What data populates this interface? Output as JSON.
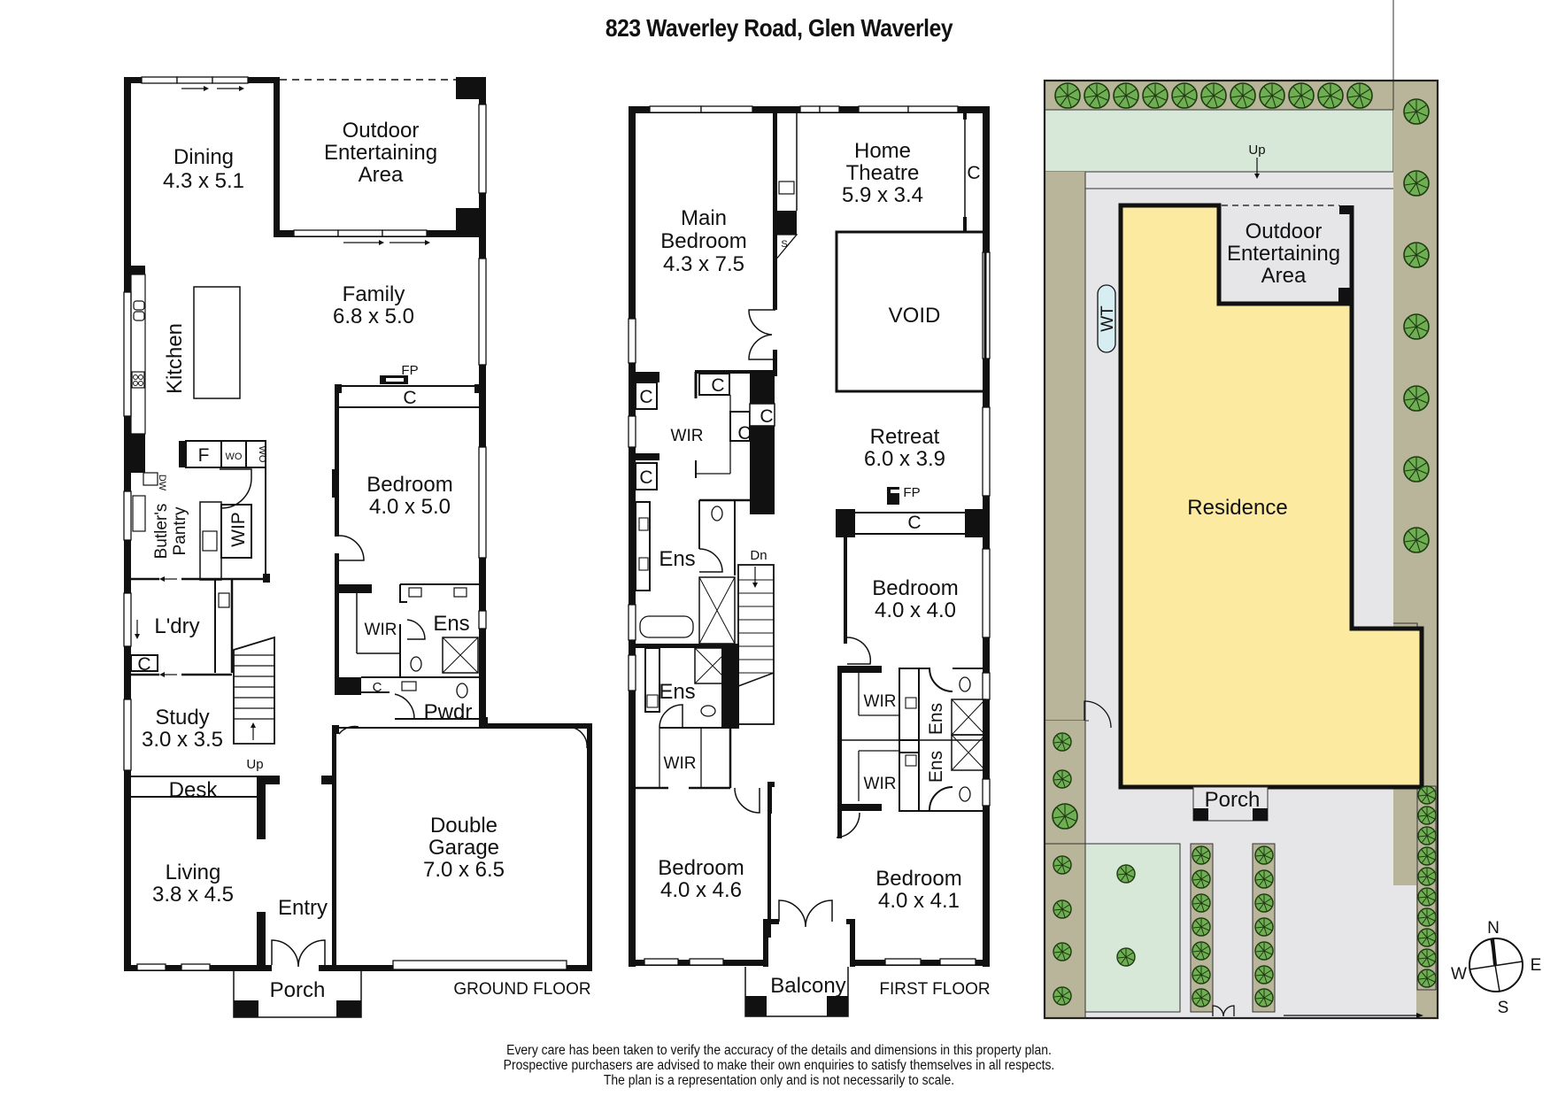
{
  "title": "823 Waverley Road, Glen Waverley",
  "floors": {
    "ground": {
      "label": "GROUND FLOOR",
      "rooms": {
        "dining": {
          "name": "Dining",
          "dims": "4.3 x 5.1"
        },
        "outdoor": {
          "l1": "Outdoor",
          "l2": "Entertaining",
          "l3": "Area"
        },
        "family": {
          "name": "Family",
          "dims": "6.8 x 5.0"
        },
        "kitchen": {
          "name": "Kitchen"
        },
        "fp": "FP",
        "c": "C",
        "bedroom": {
          "name": "Bedroom",
          "dims": "4.0 x 5.0"
        },
        "fridge": "F",
        "wo1": "WO",
        "wo2": "WO",
        "dw": "DW",
        "butlers": {
          "l1": "Butler's",
          "l2": "Pantry"
        },
        "wip": "WIP",
        "ldry": "L'dry",
        "ldry_c": "C",
        "wir": "WIR",
        "ens": "Ens",
        "pwdr_c": "C",
        "pwdr": "Pwdr",
        "study": {
          "name": "Study",
          "dims": "3.0 x 3.5"
        },
        "up": "Up",
        "desk": "Desk",
        "living": {
          "name": "Living",
          "dims": "3.8 x 4.5"
        },
        "entry": "Entry",
        "garage": {
          "l1": "Double",
          "l2": "Garage",
          "dims": "7.0 x 6.5"
        },
        "porch": "Porch"
      }
    },
    "first": {
      "label": "FIRST FLOOR",
      "rooms": {
        "main_bedroom": {
          "l1": "Main",
          "l2": "Bedroom",
          "dims": "4.3 x 7.5"
        },
        "home_theatre": {
          "l1": "Home",
          "l2": "Theatre",
          "dims": "5.9 x 3.4"
        },
        "ht_c": "C",
        "s": "S",
        "void": "VOID",
        "wir_main": "WIR",
        "c1": "C",
        "c2": "C",
        "c3": "C",
        "c4": "C",
        "c5": "C",
        "retreat": {
          "name": "Retreat",
          "dims": "6.0 x 3.9"
        },
        "fp": "FP",
        "fp_c": "C",
        "ens_main": "Ens",
        "dn": "Dn",
        "bedroom2": {
          "name": "Bedroom",
          "dims": "4.0 x 4.0"
        },
        "ens2": "Ens",
        "wir2": "WIR",
        "ens_r1": "Ens",
        "ens_r2": "Ens",
        "wir_r1": "WIR",
        "wir_r2": "WIR",
        "bedroom3": {
          "name": "Bedroom",
          "dims": "4.0 x 4.6"
        },
        "bedroom4": {
          "name": "Bedroom",
          "dims": "4.0 x 4.1"
        },
        "balcony": "Balcony"
      }
    },
    "site": {
      "up": "Up",
      "outdoor": {
        "l1": "Outdoor",
        "l2": "Entertaining",
        "l3": "Area"
      },
      "wt": "WT",
      "residence": "Residence",
      "porch": "Porch",
      "colors": {
        "residence": "#fbeaa0",
        "lawn": "#d7e8d8",
        "garden_bed": "#b9b59b",
        "paving": "#e6e6e8",
        "tree": "#6fae52",
        "water_tank": "#d6eef2"
      }
    }
  },
  "compass": {
    "n": "N",
    "e": "E",
    "s": "S",
    "w": "W"
  },
  "disclaimer": {
    "line1": "Every care has been taken to verify the accuracy of the details and dimensions in this property plan.",
    "line2": "Prospective purchasers are advised to make their own enquiries to satisfy themselves in all respects.",
    "line3": "The plan is a representation only and is not necessarily to scale."
  }
}
